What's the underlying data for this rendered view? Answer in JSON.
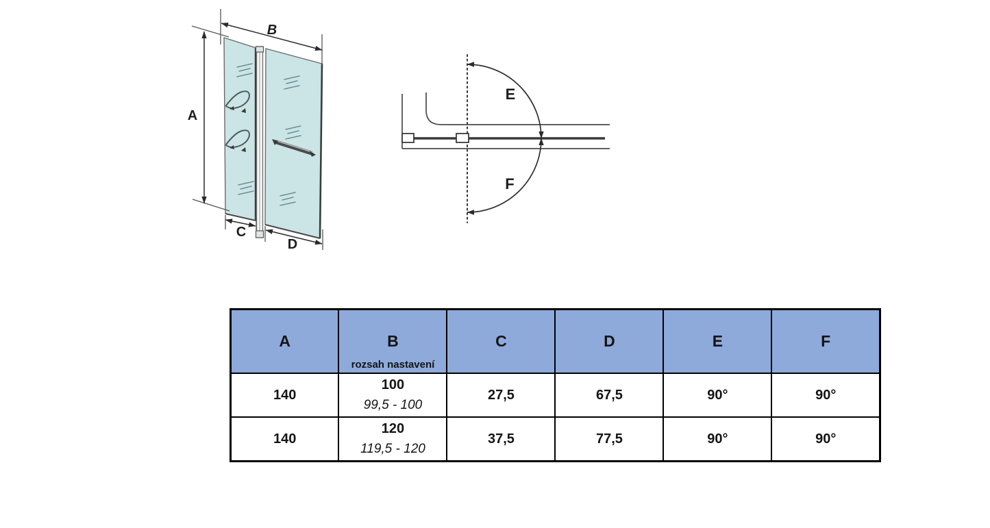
{
  "colors": {
    "page_bg": "#FFFFFF",
    "table_header_bg": "#8EAADB",
    "table_border": "#000000",
    "glass_fill": "#CBE4E6",
    "drawing_line": "#3A3A3A"
  },
  "front_view": {
    "label_a": "A",
    "label_b": "B",
    "label_c": "C",
    "label_d": "D"
  },
  "top_view": {
    "label_e": "E",
    "label_f": "F"
  },
  "table": {
    "headers": [
      {
        "label": "A",
        "sub": ""
      },
      {
        "label": "B",
        "sub": "rozsah nastavení"
      },
      {
        "label": "C",
        "sub": ""
      },
      {
        "label": "D",
        "sub": ""
      },
      {
        "label": "E",
        "sub": ""
      },
      {
        "label": "F",
        "sub": ""
      }
    ],
    "rows": [
      {
        "a": "140",
        "b_main": "100",
        "b_range": "99,5 - 100",
        "c": "27,5",
        "d": "67,5",
        "e": "90°",
        "f": "90°"
      },
      {
        "a": "140",
        "b_main": "120",
        "b_range": "119,5 - 120",
        "c": "37,5",
        "d": "77,5",
        "e": "90°",
        "f": "90°"
      }
    ]
  }
}
